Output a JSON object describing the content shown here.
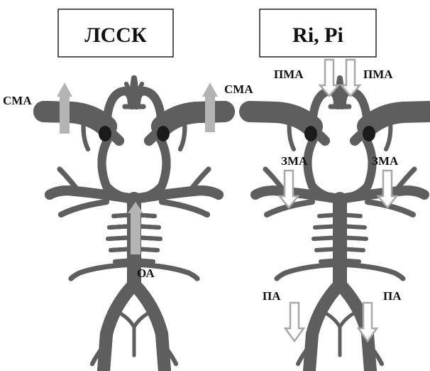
{
  "diagram": {
    "left": {
      "title": "ЛССК",
      "labels": {
        "mca_left": "СМА",
        "mca_right": "СМА",
        "basilar": "ОА"
      }
    },
    "right": {
      "title": "Ri, Pi",
      "labels": {
        "aca_left": "ПМА",
        "aca_right": "ПМА",
        "pca_left": "ЗМА",
        "pca_right": "ЗМА",
        "va_left": "ПА",
        "va_right": "ПА"
      }
    },
    "colors": {
      "vessel": "#5e5e5e",
      "vessel_edge": "#1e1e1e",
      "flow_arrow": "#b4b4b4",
      "resistance_arrow_fill": "#ffffff",
      "resistance_arrow_stroke": "#a8a8a8"
    }
  }
}
